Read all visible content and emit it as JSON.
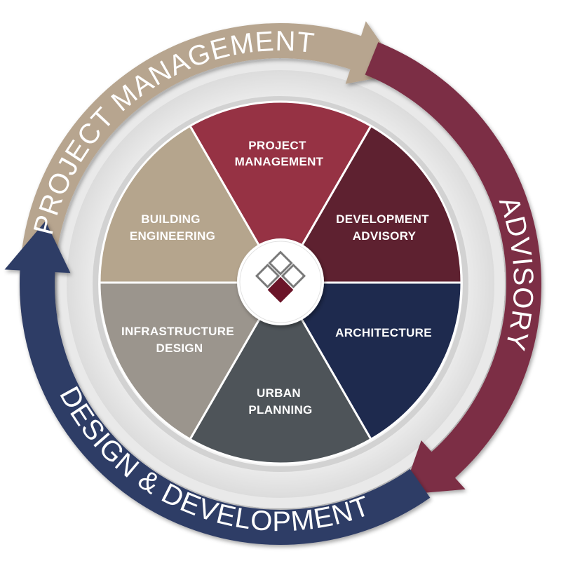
{
  "arcs": [
    {
      "id": "pm",
      "label": "PROJECT MANAGEMENT",
      "color": "#b7a58f"
    },
    {
      "id": "adv",
      "label": "ADVISORY",
      "color": "#7c2e45"
    },
    {
      "id": "dd",
      "label": "DESIGN & DEVELOPMENT",
      "color": "#2f3c66"
    }
  ],
  "segments": [
    {
      "id": "project-management",
      "lines": [
        "PROJECT",
        "MANAGEMENT"
      ],
      "color": "#963244"
    },
    {
      "id": "development-advisory",
      "lines": [
        "DEVELOPMENT",
        "ADVISORY"
      ],
      "color": "#5e2130"
    },
    {
      "id": "architecture",
      "lines": [
        "ARCHITECTURE"
      ],
      "color": "#1e2a4e"
    },
    {
      "id": "urban-planning",
      "lines": [
        "URBAN",
        "PLANNING"
      ],
      "color": "#4e5459"
    },
    {
      "id": "infrastructure-design",
      "lines": [
        "INFRASTRUCTURE",
        "DESIGN"
      ],
      "color": "#9b958d"
    },
    {
      "id": "building-engineering",
      "lines": [
        "BUILDING",
        "ENGINEERING"
      ],
      "color": "#b5a58d"
    }
  ],
  "logo": {
    "accent_color": "#6b1428",
    "outline_color": "#7a7a7a"
  }
}
